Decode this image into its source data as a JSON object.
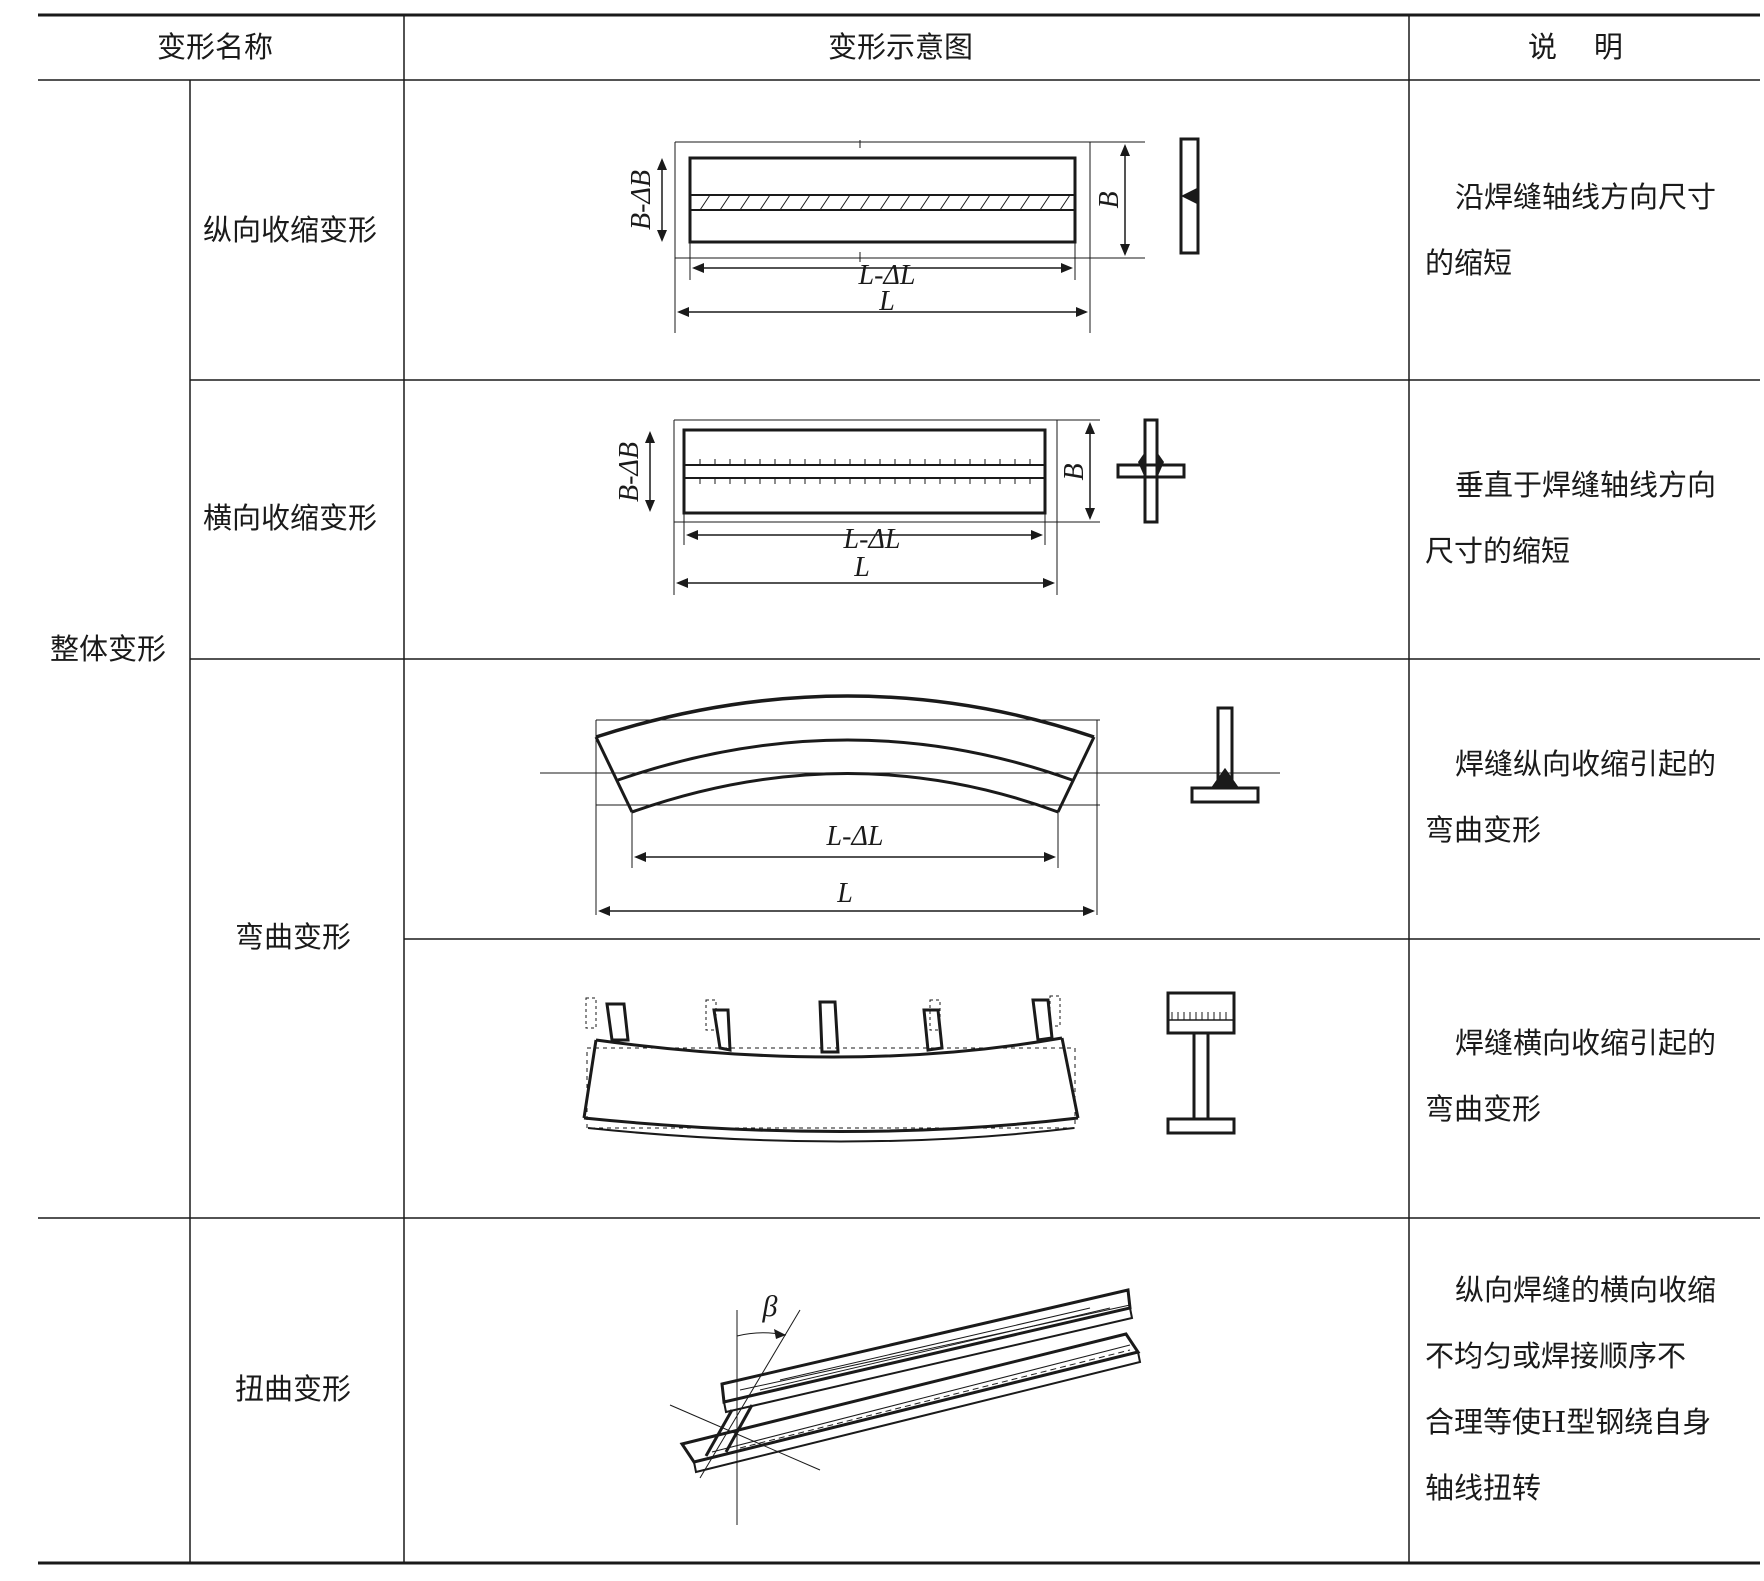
{
  "table": {
    "headers": {
      "name": "变形名称",
      "diagram": "变形示意图",
      "desc": "说    明"
    },
    "group_label": "整体变形",
    "rows": [
      {
        "name": "纵向收缩变形",
        "desc": [
          "沿焊缝轴线方向尺寸",
          "的缩短"
        ]
      },
      {
        "name": "横向收缩变形",
        "desc": [
          "垂直于焊缝轴线方向",
          "尺寸的缩短"
        ]
      },
      {
        "name": "弯曲变形",
        "desc_a": [
          "焊缝纵向收缩引起的",
          "弯曲变形"
        ],
        "desc_b": [
          "焊缝横向收缩引起的",
          "弯曲变形"
        ]
      },
      {
        "name": "扭曲变形",
        "desc": [
          "纵向焊缝的横向收缩",
          "不均匀或焊接顺序不",
          "合理等使H型钢绕自身",
          "轴线扭转"
        ]
      }
    ]
  },
  "diagram_labels": {
    "b_minus_db": "B-ΔB",
    "b": "B",
    "l_minus_dl": "L-ΔL",
    "l": "L",
    "beta": "β"
  }
}
